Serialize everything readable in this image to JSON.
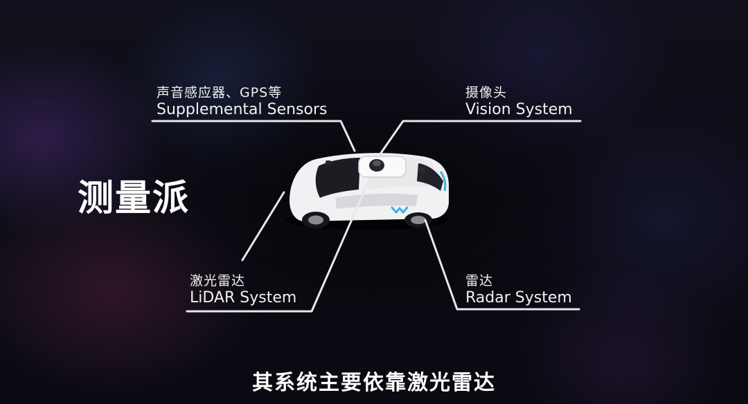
{
  "title": "测量派",
  "subtitle": "其系统主要依靠激光雷达",
  "labels": {
    "supplemental": {
      "zh": "声音感应器、GPS等",
      "en": "Supplemental Sensors"
    },
    "vision": {
      "zh": "摄像头",
      "en": "Vision System"
    },
    "lidar": {
      "zh": "激光雷达",
      "en": "LiDAR System"
    },
    "radar": {
      "zh": "雷达",
      "en": "Radar System"
    }
  },
  "colors": {
    "line": "#e8e8e8",
    "car_body": "#f4f4f4",
    "accent": "#3fb1e0"
  }
}
